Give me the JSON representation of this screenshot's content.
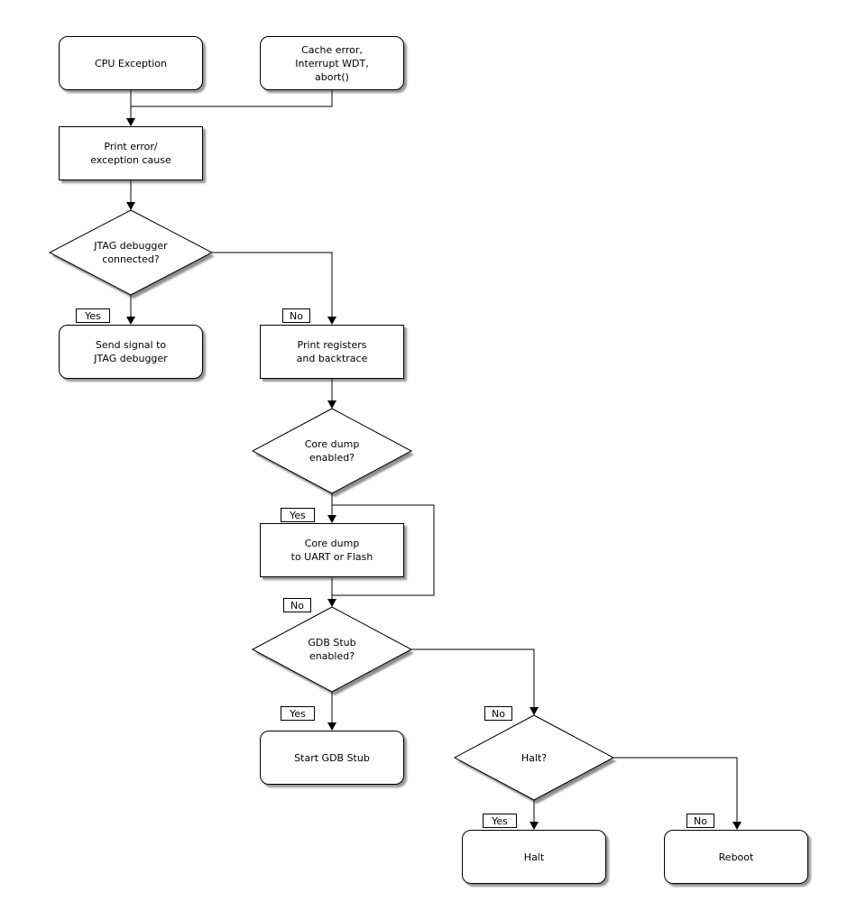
{
  "diagram": {
    "nodes": {
      "cpu_exception": "CPU Exception",
      "cache_error": "Cache error,\nInterrupt WDT,\nabort()",
      "print_error": "Print error/\nexception cause",
      "jtag_connected": "JTAG debugger\nconnected?",
      "send_signal": "Send signal to\nJTAG debugger",
      "print_registers": "Print registers\nand backtrace",
      "core_dump_enabled": "Core dump\nenabled?",
      "core_dump": "Core dump\nto UART or Flash",
      "gdb_stub_enabled": "GDB Stub\nenabled?",
      "start_gdb_stub": "Start GDB Stub",
      "halt_question": "Halt?",
      "halt": "Halt",
      "reboot": "Reboot"
    },
    "edge_labels": {
      "yes": "Yes",
      "no": "No"
    },
    "colors": {
      "line": "#000000",
      "node_fill": "#ffffff",
      "shadow": "#8e8e8e",
      "text": "#000000",
      "background": "#ffffff"
    }
  }
}
